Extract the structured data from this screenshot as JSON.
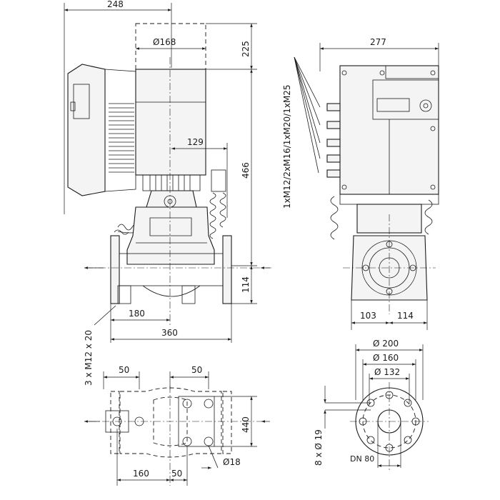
{
  "dimensions": {
    "d248": "248",
    "dia168": "Ø168",
    "d225": "225",
    "d129": "129",
    "d466": "466",
    "d114_side": "114",
    "d180": "180",
    "d360": "360",
    "d277": "277",
    "cable_glands": "1xM12/2xM16/1xM20/1xM25",
    "d103": "103",
    "d114_front": "114",
    "screws": "3 x M12 x 20",
    "d50_left": "50",
    "d50_right": "50",
    "d440": "440",
    "d160": "160",
    "d50_bottom": "50",
    "dia18": "Ø18",
    "dia200": "Ø 200",
    "dia160": "Ø 160",
    "dia132": "Ø 132",
    "holes": "8 x Ø 19",
    "dn80": "DN 80"
  }
}
